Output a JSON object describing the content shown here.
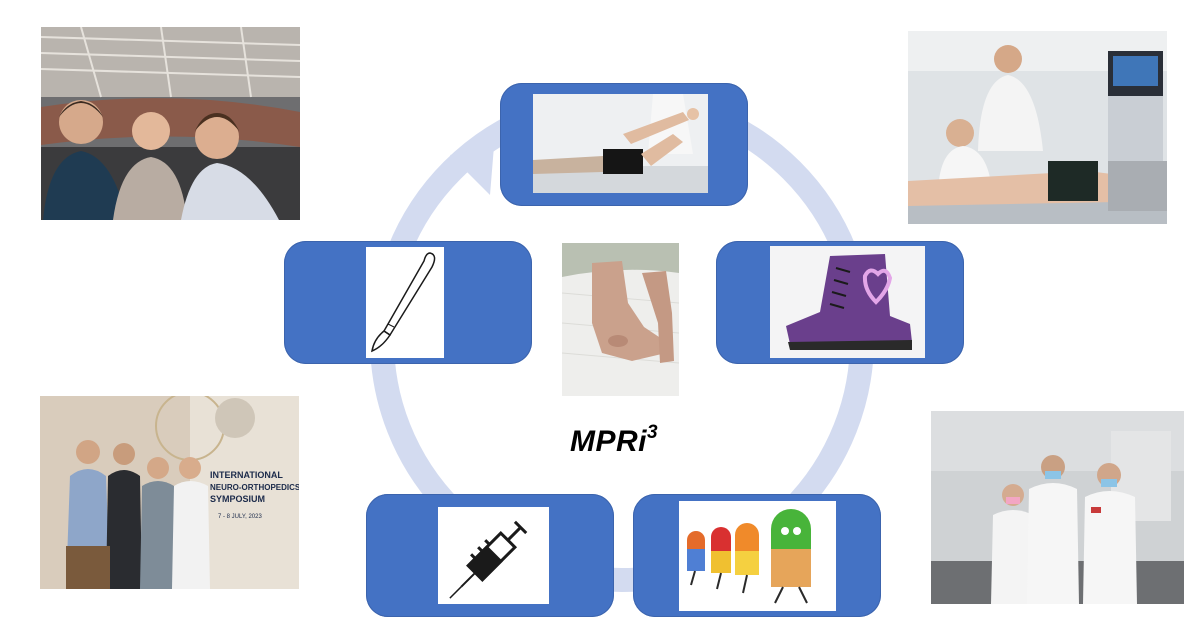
{
  "diagram": {
    "center_label": "MPRi",
    "center_label_sup": "3",
    "ring_color": "#d3dbf0",
    "node_color": "#4472c4"
  },
  "nodes": [
    {
      "id": "physio",
      "icon": "leg-stretch-physiotherapy-photo"
    },
    {
      "id": "orthosis",
      "icon": "orthopedic-shoe-photo"
    },
    {
      "id": "medication",
      "icon": "cartoon-pills-icon"
    },
    {
      "id": "injection",
      "icon": "syringe-icon"
    },
    {
      "id": "surgery",
      "icon": "scalpel-icon"
    }
  ],
  "center_photo": {
    "icon": "spastic-foot-photo"
  },
  "corner_photos": [
    {
      "id": "top-left",
      "icon": "team-velodrome-photo"
    },
    {
      "id": "top-right",
      "icon": "ultrasound-examination-photo"
    },
    {
      "id": "bottom-left",
      "icon": "symposium-team-photo"
    },
    {
      "id": "bottom-right",
      "icon": "medical-staff-photo"
    }
  ],
  "poster_text": {
    "line1": "INTERNATIONAL",
    "line2": "NEURO-ORTHOPEDICS",
    "line3": "SYMPOSIUM",
    "line4": "7 - 8 JULY, 2023"
  }
}
